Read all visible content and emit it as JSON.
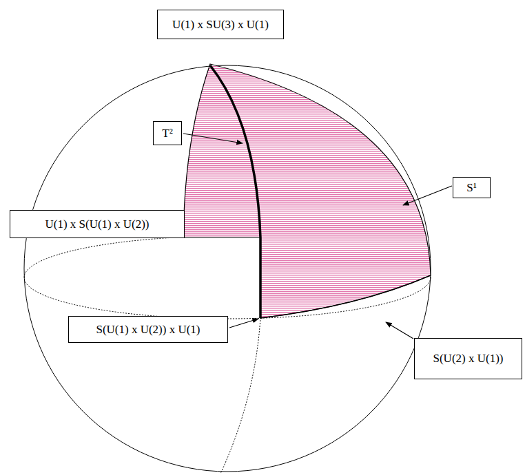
{
  "diagram": {
    "nodes": [
      {
        "text": [
          "U(1) x SU(3) x U(1)"
        ]
      },
      {
        "text": [
          "T²"
        ]
      },
      {
        "text": [
          "S¹"
        ]
      },
      {
        "text": [
          "U(1) x S(U(1) x U(2))"
        ]
      },
      {
        "text": [
          "S(U(1) x U(2)) x U(1)"
        ]
      },
      {
        "text": [
          "S(U(2) x U(1))"
        ]
      }
    ]
  }
}
